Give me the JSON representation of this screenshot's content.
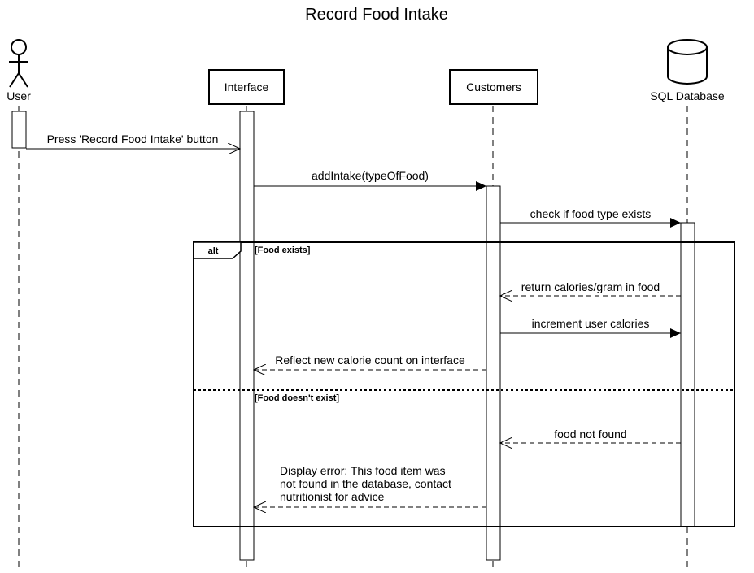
{
  "diagram": {
    "title": "Record Food Intake",
    "participants": {
      "user": "User",
      "interface": "Interface",
      "customers": "Customers",
      "database": "SQL Database"
    },
    "messages": {
      "m1": "Press 'Record Food Intake' button",
      "m2": "addIntake(typeOfFood)",
      "m3": "check if food type exists",
      "m4": "return calories/gram in food",
      "m5": "increment user calories",
      "m6": "Reflect new calorie count on interface",
      "m7": "food not found",
      "m8_line1": "Display error: This food item was",
      "m8_line2": "not found in the database, contact",
      "m8_line3": "nutritionist for advice"
    },
    "fragment": {
      "operator": "alt",
      "guard1": "[Food exists]",
      "guard2": "[Food doesn't exist]"
    }
  }
}
